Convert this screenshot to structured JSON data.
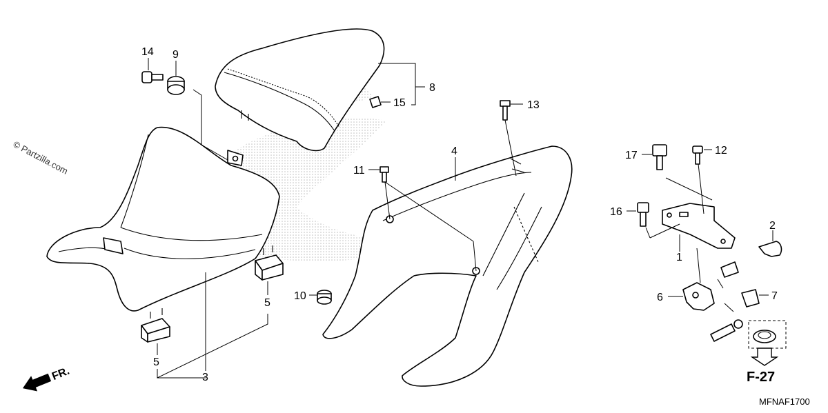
{
  "watermark": "© Partzilla.com",
  "diagram_code": "MFNAF1700",
  "front_indicator": "FR.",
  "reference": "F-27",
  "callouts": {
    "p1": "1",
    "p2": "2",
    "p3": "3",
    "p4": "4",
    "p5a": "5",
    "p5b": "5",
    "p6": "6",
    "p7": "7",
    "p8": "8",
    "p9": "9",
    "p10": "10",
    "p11": "11",
    "p12": "12",
    "p13": "13",
    "p14": "14",
    "p15": "15",
    "p16": "16",
    "p17": "17"
  },
  "colors": {
    "line": "#000000",
    "background": "#ffffff",
    "watermark_dots": "#888888"
  }
}
